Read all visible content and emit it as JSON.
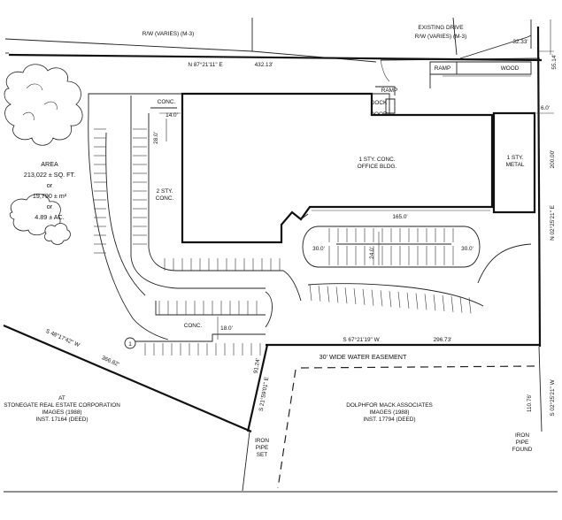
{
  "labels": {
    "row_top": "R/W (VARIES) (M-3)",
    "existing_drive": "EXISTING DRIVE",
    "row_right": "R/W (VARIES) (M-3)",
    "dim_3233": "32.33'",
    "dim_5514": "55.14'",
    "bearing_north": "N 87°21'11\" E",
    "dist_north": "432.13'",
    "ramp_top": "RAMP",
    "wood": "WOOD",
    "ramp_dock": "RAMP",
    "dock": "DOCK",
    "door": "DOOR",
    "conc_top": "CONC.",
    "dim_140": "14.0'",
    "dim_280": "28.0'",
    "dim_60": "6.0'",
    "building_line1": "1 STY. CONC.",
    "building_line2": "OFFICE BLDG.",
    "metal_line1": "1 STY.",
    "metal_line2": "METAL",
    "dim_20000": "200.00'",
    "bearing_east": "N 02°25'21\" E",
    "two_sty_line1": "2 STY.",
    "two_sty_line2": "CONC.",
    "area_line1": "AREA",
    "area_line2": "213,022 ± SQ. FT.",
    "area_line3": "or",
    "area_line4": "19,790 ± m²",
    "area_line5": "or",
    "area_line6": "4.89 ± AC.",
    "dim_1650": "165.0'",
    "dim_300_left": "30.0'",
    "dim_240": "24.0'",
    "dim_300_right": "30.0'",
    "conc_bottom": "CONC.",
    "dim_180": "18.0'",
    "bearing_sw": "S 48°17'42\" W",
    "dist_sw": "366.82'",
    "marker": "1",
    "bearing_south": "S 67°21'19\" W",
    "dist_south": "296.73'",
    "easement": "30' WIDE WATER EASEMENT",
    "dist_9124": "91.24'",
    "bearing_west_side": "S 21°59'01\" E",
    "dist_11076": "110.76'",
    "bearing_se": "S 02°25'21\" W",
    "stonegate_1": "AT",
    "stonegate_2": "STONEGATE REAL ESTATE CORPORATION",
    "stonegate_3": "IMAGES (1988)",
    "stonegate_4": "INST. 17164 (DEED)",
    "dolph_1": "DOLPHFOR MACK ASSOCIATES",
    "dolph_2": "IMAGES (1988)",
    "dolph_3": "INST. 17794 (DEED)",
    "iron_set_1": "IRON",
    "iron_set_2": "PIPE",
    "iron_set_3": "SET",
    "iron_found_1": "IRON",
    "iron_found_2": "PIPE",
    "iron_found_3": "FOUND"
  }
}
